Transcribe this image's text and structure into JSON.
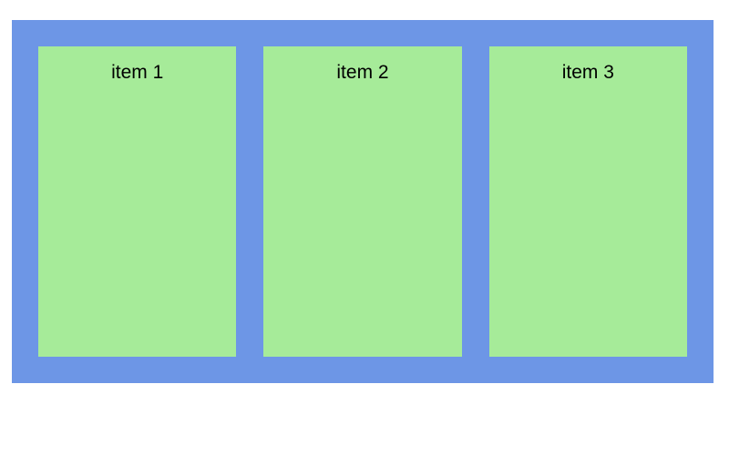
{
  "colors": {
    "container": "#6d96e6",
    "item": "#a6eb99",
    "text": "#000000"
  },
  "items": [
    {
      "label": "item 1"
    },
    {
      "label": "item 2"
    },
    {
      "label": "item 3"
    }
  ]
}
